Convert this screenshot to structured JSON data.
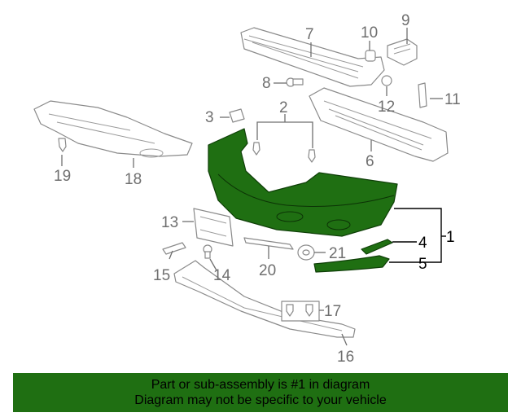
{
  "diagram": {
    "highlight_color": "#1f6f12",
    "callouts": {
      "c1": "1",
      "c2": "2",
      "c3": "3",
      "c4": "4",
      "c5": "5",
      "c6": "6",
      "c7": "7",
      "c8": "8",
      "c9": "9",
      "c10": "10",
      "c11": "11",
      "c12": "12",
      "c13": "13",
      "c14": "14",
      "c15": "15",
      "c16": "16",
      "c17": "17",
      "c18": "18",
      "c19": "19",
      "c20": "20",
      "c21": "21"
    }
  },
  "banner": {
    "line1": "Part or sub-assembly is #1 in diagram",
    "line2": "Diagram may not be specific to your vehicle",
    "background": "#1f6f12"
  }
}
